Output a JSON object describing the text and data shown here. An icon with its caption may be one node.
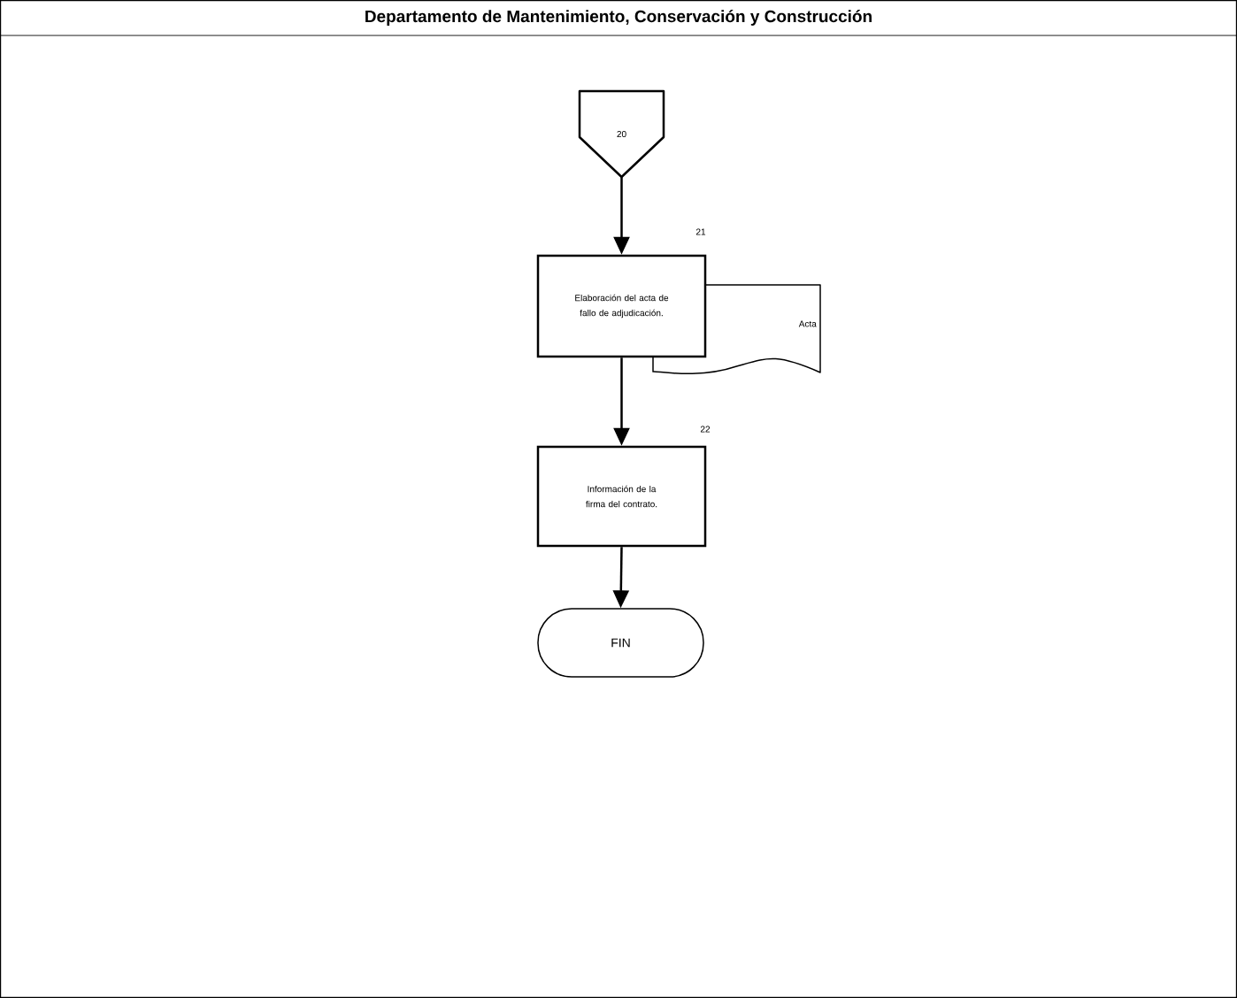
{
  "diagram": {
    "title": "Departamento de Mantenimiento, Conservación y Construcción",
    "nodes": [
      {
        "text": [
          "20"
        ]
      },
      {
        "text": [
          "Elaboración del acta de fallo de adjudicación."
        ],
        "beside": [
          "21"
        ]
      },
      {
        "text": [
          "Acta"
        ]
      },
      {
        "text": [
          "Información de la firma del contrato."
        ],
        "beside": [
          "22"
        ]
      },
      {
        "text": [
          "FIN"
        ]
      }
    ],
    "edges": [
      {
        "from": 0,
        "to": 1,
        "arrow": "to"
      },
      {
        "from": 1,
        "to": 3,
        "arrow": "to"
      },
      {
        "from": 3,
        "to": 4,
        "arrow": "to"
      }
    ]
  }
}
